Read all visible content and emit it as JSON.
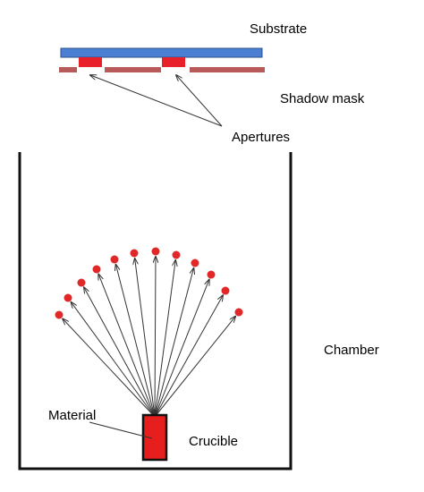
{
  "labels": {
    "substrate": "Substrate",
    "shadow_mask": "Shadow mask",
    "apertures": "Apertures",
    "chamber": "Chamber",
    "material": "Material",
    "crucible": "Crucible"
  },
  "colors": {
    "substrate": "#4a7fd4",
    "deposit": "#e8202a",
    "mask": "#b85a5a",
    "particle": "#e02828",
    "crucible": "#e61e1e",
    "wall": "#111111",
    "line": "#333333"
  },
  "icons": {
    "particle": "evaporated-particle",
    "crucible": "crucible-shape"
  }
}
